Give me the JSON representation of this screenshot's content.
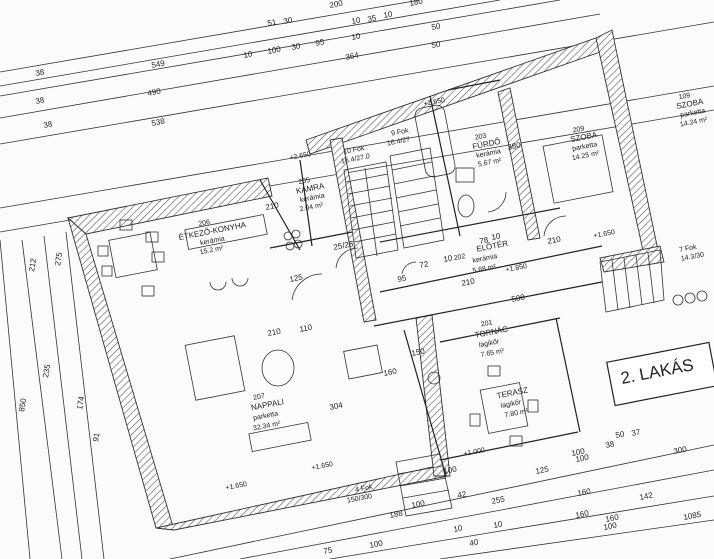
{
  "colors": {
    "paper": "#fbfbfb",
    "ink": "#222222",
    "hatch": "#6a6a6a"
  },
  "rooms": {
    "kitchen": {
      "line1": "206",
      "line2": "ÉTKEZŐ-KONYHA",
      "line3": "kerámia",
      "line4": "15.2 m²"
    },
    "pantry": {
      "line1": "205",
      "line2": "KAMRA",
      "line3": "kerámia",
      "line4": "2.04 m²"
    },
    "bath": {
      "line1": "203",
      "line2": "FÜRDŐ",
      "line3": "kerámia",
      "line4": "5.67 m²"
    },
    "bedroom1": {
      "line1": "209",
      "line2": "SZOBA",
      "line3": "parketta",
      "line4": "14.25 m²"
    },
    "bedroom2": {
      "line1": "109",
      "line2": "SZOBA",
      "line3": "parketta",
      "line4": "14.24 m²"
    },
    "hall": {
      "line1": "202",
      "line2": "ELŐTÉR",
      "line3": "kerámia",
      "line4": "5.68 m²"
    },
    "living": {
      "line1": "207",
      "line2": "NAPPALI",
      "line3": "parketta",
      "line4": "32.34 m²"
    },
    "porch": {
      "line1": "201",
      "line2": "TORNÁC",
      "line3": "lagikőr",
      "line4": "7.65 m²"
    },
    "terrace": {
      "line1": "TERASZ",
      "line2": "lagikőr",
      "line3": "7.80 m²"
    }
  },
  "stairs": {
    "left": {
      "line1": "10 Fok",
      "line2": "16.4/27.0"
    },
    "mid": {
      "line1": "9 Fok",
      "line2": "16.4/27"
    },
    "right": {
      "line1": "7 Fok",
      "line2": "14.3/30"
    },
    "bottom": {
      "line1": "4 Fok",
      "line2": "150/300"
    }
  },
  "stamp": "2. LAKÁS",
  "levels": {
    "pantry": "+2.650",
    "bath": "+2.650",
    "hall": "+1.850",
    "porch": "+1.000",
    "living": "+1.650",
    "living2": "+1.650",
    "bedroom": "+1.650"
  },
  "dims_top": [
    "200",
    "180",
    "51",
    "30",
    "10",
    "35",
    "549",
    "490",
    "10",
    "100",
    "30",
    "95",
    "10",
    "50",
    "364",
    "50",
    "538",
    "38",
    "38",
    "38",
    "10"
  ],
  "dims_left": [
    "212",
    "275",
    "235",
    "174",
    "850",
    "91"
  ],
  "dims_inner": [
    "210",
    "125",
    "210",
    "110",
    "304",
    "150",
    "100",
    "25/25",
    "508",
    "95",
    "72",
    "10",
    "78",
    "10",
    "210",
    "380",
    "210",
    "160"
  ],
  "dims_bottom": [
    "188",
    "42",
    "100",
    "255",
    "100",
    "125",
    "100",
    "38",
    "50",
    "37",
    "300",
    "142",
    "160",
    "100",
    "75",
    "100",
    "10",
    "40",
    "10",
    "160",
    "160",
    "1085"
  ]
}
